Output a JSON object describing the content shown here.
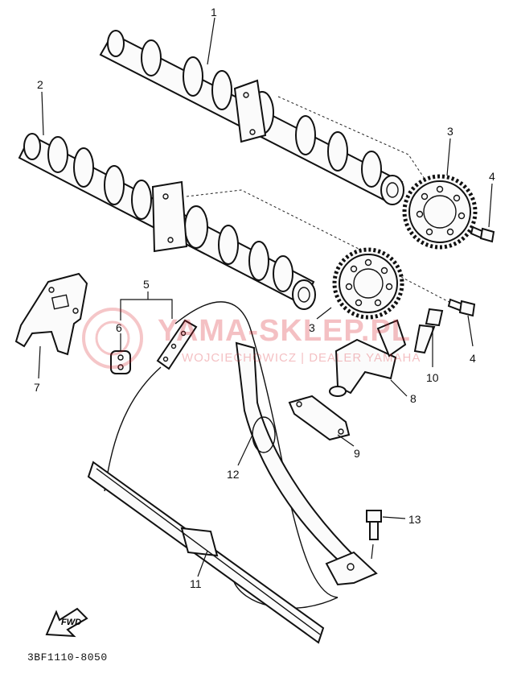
{
  "diagram_code": "3BF1110-8050",
  "fwd_label": "FWD",
  "watermark": {
    "main": "YAMA-SKLEP.PL",
    "sub": "WOJCIECHOWICZ | DEALER YAMAHA",
    "color": "#d8202a"
  },
  "callouts": {
    "c1": "1",
    "c2": "2",
    "c3a": "3",
    "c3b": "3",
    "c4a": "4",
    "c4b": "4",
    "c5": "5",
    "c6": "6",
    "c7": "7",
    "c8": "8",
    "c9": "9",
    "c10": "10",
    "c11": "11",
    "c12": "12",
    "c13": "13"
  }
}
